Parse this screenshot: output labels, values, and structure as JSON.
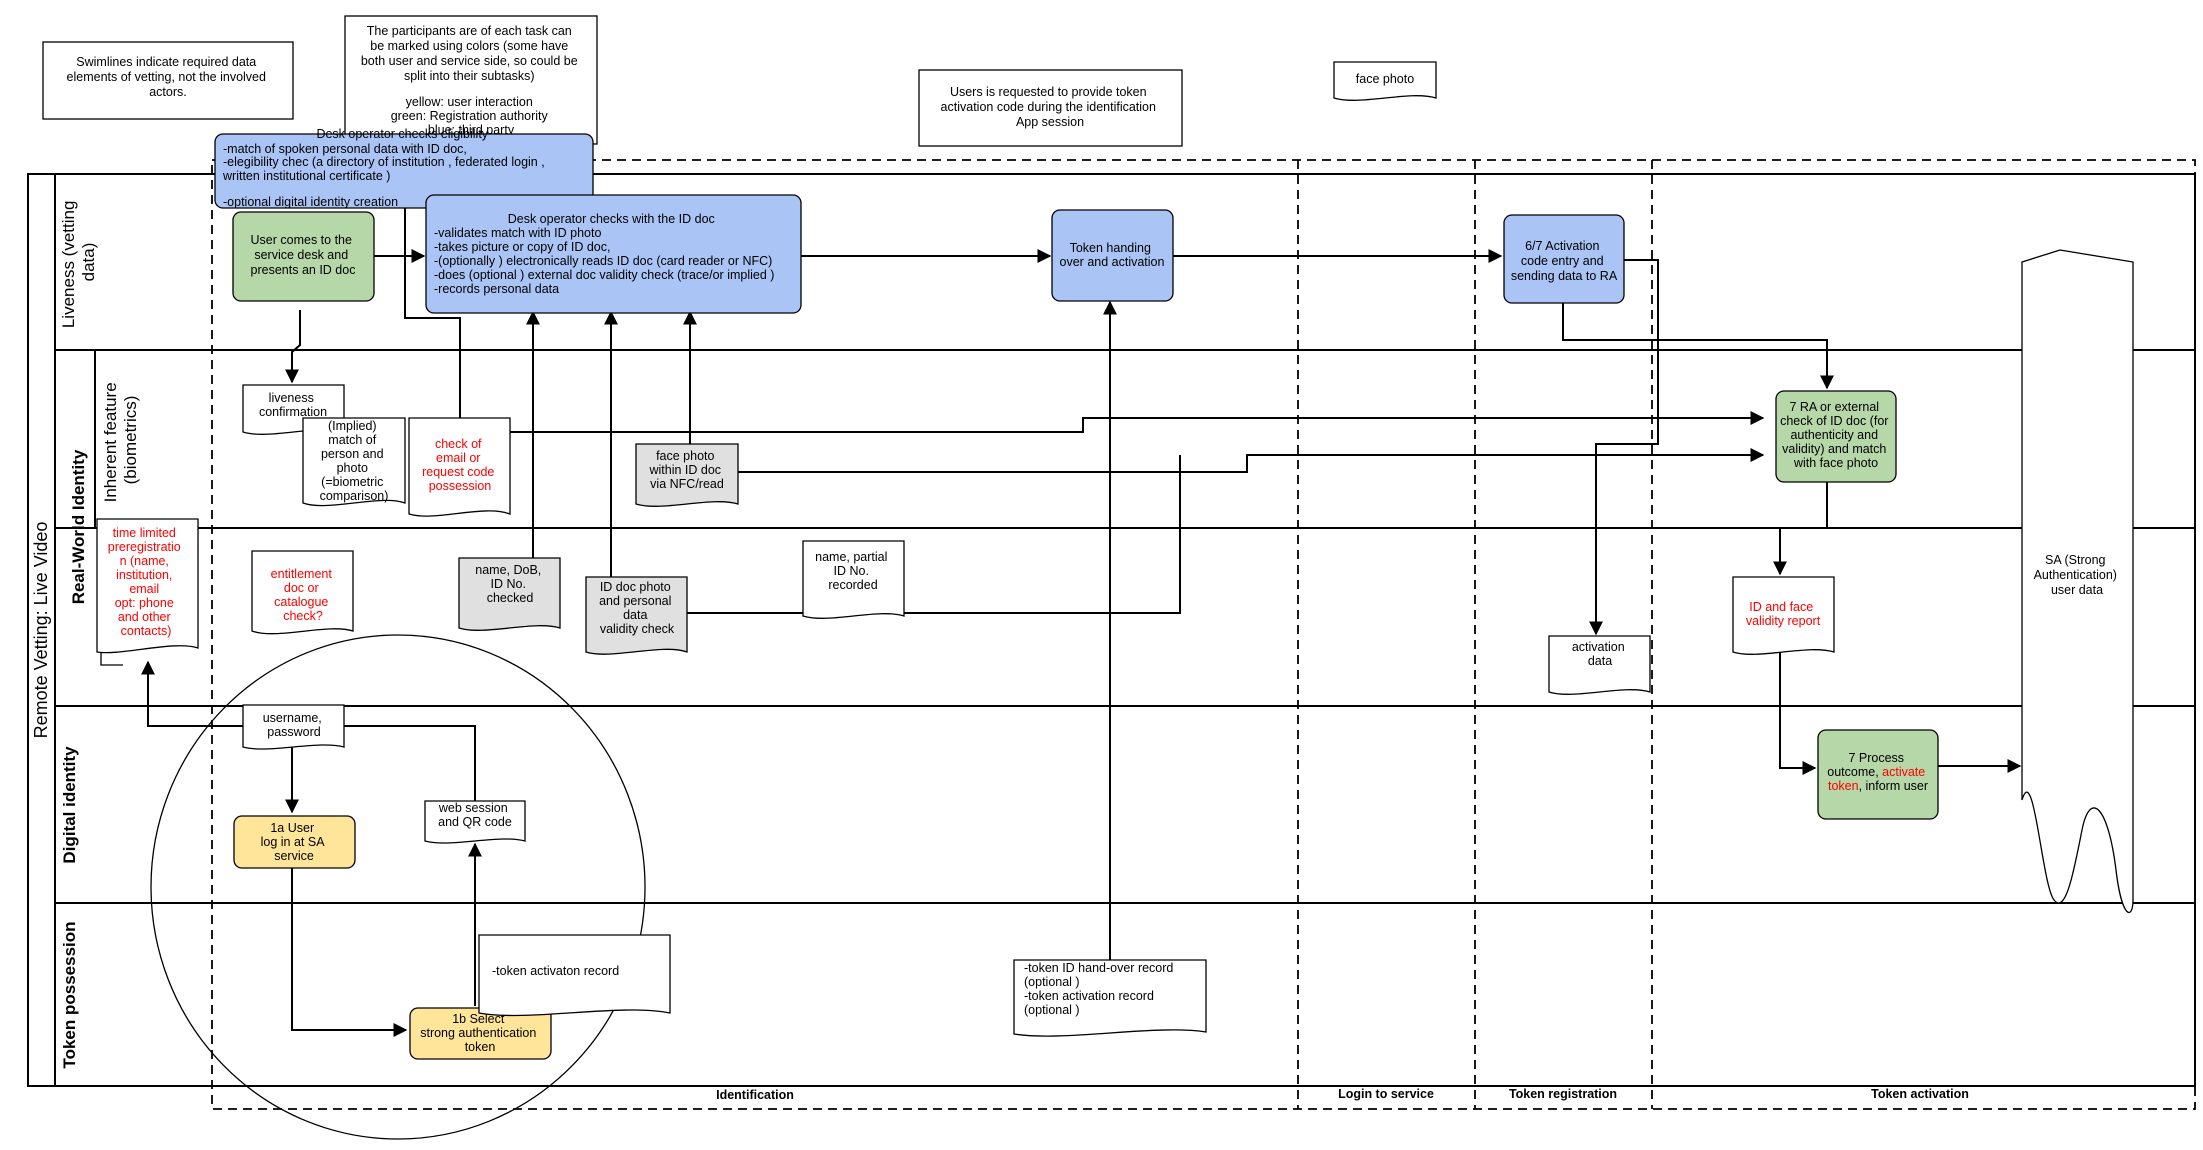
{
  "colors": {
    "blue": "#a9c4f5",
    "green": "#b6d7a8",
    "yellow": "#ffe599",
    "grey": "#e0e0e0",
    "red": "#ff0000"
  },
  "pool_title": "Remote Vetting: Live Video",
  "group_title": "Real-World Identity",
  "lanes": {
    "liveness": [
      "Liveness (vetting",
      "data)"
    ],
    "inherent": [
      "Inherent feature",
      "(biometrics)"
    ],
    "digital": "Digital identity",
    "token": "Token possession"
  },
  "phases": [
    "Identification",
    "Login to service",
    "Token registration",
    "Token activation"
  ],
  "notes": {
    "swimlanes": [
      "Swimlines indicate required data",
      "elements of vetting, not the involved",
      "actors."
    ],
    "participants": [
      "The participants are of each task can",
      "be marked using colors (some have",
      "both  user and service side, so could be",
      "split into their subtasks)",
      "",
      "yellow: user interaction",
      "green:  Registration authority",
      "blue: third party"
    ],
    "token_request": [
      "Users is requested to provide token",
      "activation code during the identification",
      "App session"
    ],
    "face_photo": "face photo"
  },
  "tasks": {
    "eligibility": {
      "title": "Desk operator checks eligibility",
      "lines": [
        "-match  of  spoken personal data  with  ID doc,",
        "-elegibility   chec  (a  directory  of  institution  ,  federated   login  ,",
        "written   institutional    certificate   )",
        "",
        "-optional   digital   identity   creation"
      ]
    },
    "user_comes": [
      "User comes to the",
      "service desk and",
      "presents an ID doc"
    ],
    "id_doc": {
      "title": "Desk operator checks with the ID doc",
      "lines": [
        "-validates  match  with  ID photo",
        "-takes picture  or  copy  of  ID doc,",
        "-(optionally  ) electronically   reads ID doc  (card reader or NFC)",
        "-does (optional  ) external   doc validity   check (trace/or implied )",
        "-records personal  data"
      ]
    },
    "token_handing": [
      "Token handing",
      "over and activation"
    ],
    "activation_entry": [
      "6/7 Activation",
      "code entry and",
      "sending data to RA"
    ],
    "ra_check": [
      "7  RA  or external",
      "check of ID doc (for",
      "authenticity and",
      "validity) and match",
      "with face photo"
    ],
    "process_outcome": {
      "l1": "7 Process",
      "l2a": "outcome, ",
      "l2b": "activate",
      "l3a": "token",
      "l3b": ", inform user"
    },
    "user_login": [
      "1a User",
      "log in at SA",
      "service"
    ],
    "select_token": [
      "1b Select",
      "strong authentication",
      "token"
    ]
  },
  "documents": {
    "liveness_confirmation": [
      "liveness",
      "confirmation"
    ],
    "implied_match": [
      "(Implied)",
      "match of",
      "person and",
      "photo",
      "(=biometric",
      "comparison)"
    ],
    "check_email": [
      "check of",
      "email or",
      "request code",
      "possession"
    ],
    "face_photo_nfc": [
      "face photo",
      "within ID doc",
      "via NFC/read"
    ],
    "time_limited": [
      "time limited",
      "preregistratio",
      "n (name,",
      "institution,",
      "email",
      "opt: phone",
      "and other",
      "contacts)"
    ],
    "entitlement": [
      "entitlement",
      "doc or",
      "catalogue",
      "check?"
    ],
    "name_dob": [
      "name, DoB,",
      "ID No.",
      "checked"
    ],
    "id_doc_photo": [
      "ID doc photo",
      "and personal",
      "data",
      "validity check"
    ],
    "name_partial": [
      "name, partial",
      "ID No.",
      "recorded"
    ],
    "activation_data": [
      "activation",
      "data"
    ],
    "id_face_report": [
      "ID and face",
      "validity report"
    ],
    "username": [
      "username,",
      "password"
    ],
    "web_session": [
      "web session",
      "and QR code"
    ],
    "token_activation_record": [
      "-token  activaton   record"
    ],
    "token_handover_record": [
      "-token ID hand-over record",
      "(optional  )",
      "-token  activation   record",
      "(optional  )"
    ],
    "sa_data": [
      "SA  (Strong",
      "Authentication)",
      "user data"
    ]
  }
}
